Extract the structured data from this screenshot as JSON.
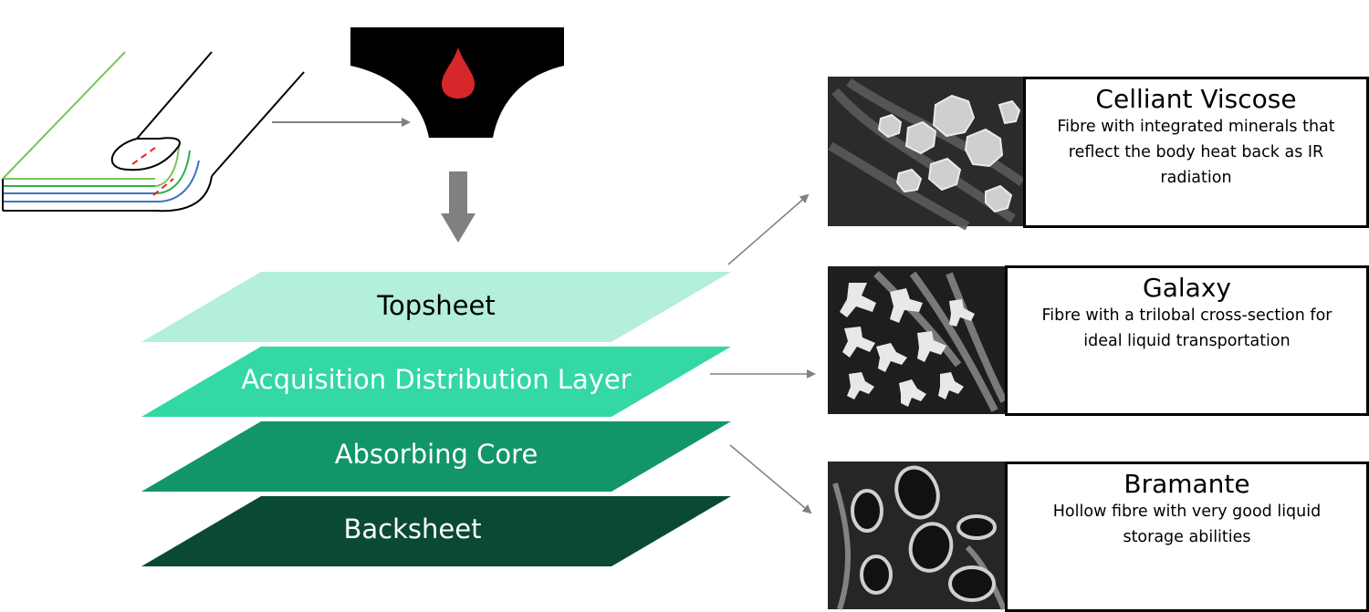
{
  "layers": [
    {
      "id": "topsheet",
      "label": "Topsheet",
      "fill": "#b3efdb",
      "text_color": "#000000"
    },
    {
      "id": "acquisition-distribution-layer",
      "label": "Acquisition Distribution Layer",
      "fill": "#33d8a4",
      "text_color": "#ffffff"
    },
    {
      "id": "absorbing-core",
      "label": "Absorbing Core",
      "fill": "#12956a",
      "text_color": "#ffffff"
    },
    {
      "id": "backsheet",
      "label": "Backsheet",
      "fill": "#0a4a35",
      "text_color": "#ffffff"
    }
  ],
  "fibres": [
    {
      "id": "celliant-viscose",
      "title": "Celliant Viscose",
      "description": "Fibre with integrated minerals that reflect the body heat back as IR radiation"
    },
    {
      "id": "galaxy",
      "title": "Galaxy",
      "description": "Fibre with a trilobal cross-section for ideal liquid transportation"
    },
    {
      "id": "bramante",
      "title": "Bramante",
      "description": "Hollow fibre with very good liquid storage abilities"
    }
  ],
  "colors": {
    "drop": "#d6272a",
    "arrow_gray": "#808080",
    "pad_green_light": "#7cc35b",
    "pad_green": "#2bb24c",
    "pad_blue": "#4472c4",
    "pad_red_dash": "#e02020"
  }
}
